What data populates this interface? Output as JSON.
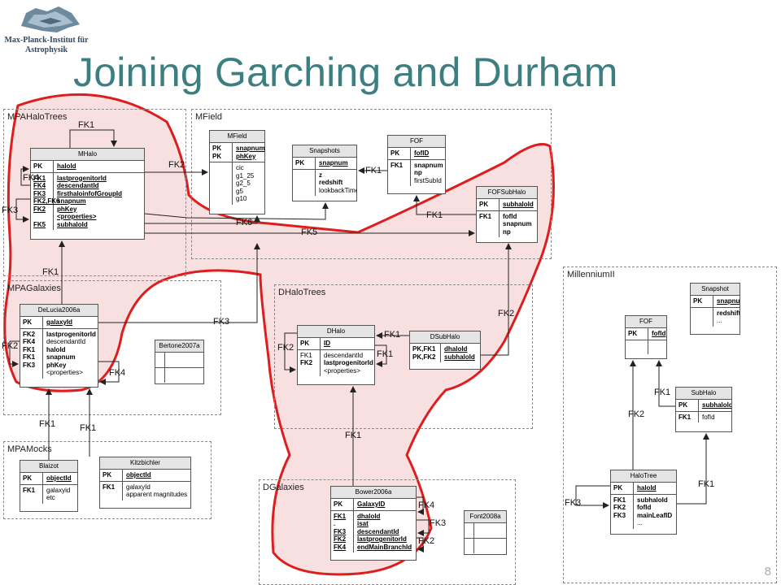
{
  "slide": {
    "title": "Joining Garching and Durham",
    "institute": "Max-Planck-Institut für Astrophysik",
    "page_number": "8"
  },
  "groups": {
    "mpa_halo_trees": "MPAHaloTrees",
    "mfield": "MField",
    "mpa_galaxies": "MPAGalaxies",
    "dhalo_trees": "DHaloTrees",
    "mpa_mocks": "MPAMocks",
    "dgalaxies": "DGalaxies",
    "millennium2": "MillenniumII"
  },
  "tables": {
    "mhalo": {
      "name": "MHalo",
      "pk_keys": "PK",
      "pk_fields": "haloId",
      "fk_keys": [
        "FK1",
        "FK4",
        "FK3",
        "FK2,FK6",
        "FK2",
        "",
        "FK5"
      ],
      "fk_fields": [
        "lastprogenitorId",
        "descendantId",
        "firsthaloinfofGroupId",
        "snapnum",
        "phKey",
        "<properties>",
        "subhaloId"
      ]
    },
    "mfield": {
      "name": "MField",
      "pk_keys": [
        "PK",
        "PK"
      ],
      "pk_fields": [
        "snapnum",
        "phKey"
      ],
      "fields": [
        "cic",
        "g1_25",
        "g2_5",
        "g5",
        "g10"
      ]
    },
    "snapshots": {
      "name": "Snapshots",
      "pk_keys": "PK",
      "pk_fields": "snapnum",
      "fields": [
        "z",
        "redshift",
        "lookbackTime"
      ]
    },
    "fof": {
      "name": "FOF",
      "pk_keys": "PK",
      "pk_fields": "fofID",
      "fk_keys": [
        "FK1"
      ],
      "fk_fields": [
        "snapnum",
        "np",
        "firstSubId"
      ]
    },
    "fofsubhalo": {
      "name": "FOFSubHalo",
      "pk_keys": "PK",
      "pk_fields": "subhaloId",
      "fk_keys": [
        "FK1"
      ],
      "fk_fields": [
        "fofId",
        "snapnum",
        "np"
      ]
    },
    "delucia": {
      "name": "DeLucia2006a",
      "pk_keys": "PK",
      "pk_fields": "galaxyId",
      "fk_keys": [
        "FK2",
        "FK4",
        "FK1",
        "FK1",
        "FK3",
        ""
      ],
      "fk_fields": [
        "lastprogenitorId",
        "descendantId",
        "haloId",
        "snapnum",
        "phKey",
        "<properties>"
      ]
    },
    "bertone": {
      "name": "Bertone2007a"
    },
    "dhalo": {
      "name": "DHalo",
      "pk_keys": "PK",
      "pk_fields": "ID",
      "fk_keys": [
        "FK1",
        "FK2"
      ],
      "fk_fields": [
        "descendantId",
        "lastprogenitorId",
        "<properties>"
      ]
    },
    "dsubhalo": {
      "name": "DSubHalo",
      "pk_keys": [
        "PK,FK1",
        "PK,FK2"
      ],
      "pk_fields": [
        "dhaloId",
        "subhaloId"
      ]
    },
    "blaizot": {
      "name": "Blaizot",
      "pk_keys": "PK",
      "pk_fields": "objectId",
      "fk_keys": [
        "FK1"
      ],
      "fk_fields": [
        "galaxyid",
        "etc"
      ]
    },
    "kitzbichler": {
      "name": "Kitzbichler",
      "pk_keys": "PK",
      "pk_fields": "objectId",
      "fk_keys": [
        "FK1"
      ],
      "fk_fields": [
        "galaxyId",
        "apparent magnitudes"
      ]
    },
    "bower": {
      "name": "Bower2006a",
      "pk_keys": "PK",
      "pk_fields": "GalaxyID",
      "fk_keys": [
        "FK1",
        ".",
        "FK3",
        "FK2",
        "FK4"
      ],
      "fk_fields": [
        "dhaloId",
        "isat",
        "descendantId",
        "lastprogenitorId",
        "endMainBranchId"
      ]
    },
    "font": {
      "name": "Font2008a"
    },
    "snapshot2": {
      "name": "Snapshot",
      "pk_keys": "PK",
      "pk_fields": "snapnum",
      "fields": [
        "redshift",
        "..."
      ]
    },
    "fof2": {
      "name": "FOF",
      "pk_keys": "PK",
      "pk_fields": "fofId"
    },
    "subhalo2": {
      "name": "SubHalo",
      "pk_keys": "PK",
      "pk_fields": "subhaloId",
      "fk_keys": [
        "FK1"
      ],
      "fk_fields": [
        "fofId"
      ]
    },
    "halotree": {
      "name": "HaloTree",
      "pk_keys": "PK",
      "pk_fields": "haloId",
      "fk_keys": [
        "FK1",
        "FK2",
        "FK3"
      ],
      "fk_fields": [
        "subhaloId",
        "fofId",
        "mainLeafID",
        "..."
      ]
    }
  },
  "fk_labels": {
    "mhalo_self_top": "FK1",
    "mhalo_to_mfield": "FK2",
    "mhalo_fk4": "FK4",
    "mhalo_fk3": "FK3",
    "mhalo_fk6": "FK6",
    "mhalo_fk5": "FK5",
    "fof_snap": "FK1",
    "fofsub_fof": "FK1",
    "delucia_mhalo": "FK1",
    "delucia_fk2": "FK2",
    "delucia_fk3": "FK3",
    "delucia_fk4": "FK4",
    "dhalo_fk1": "FK1",
    "dhalo_fk1b": "FK1",
    "dhalo_fk2": "FK2",
    "dsub_fofsub": "FK2",
    "bower_dhalo": "FK1",
    "bower_fk4": "FK4",
    "bower_fk3": "FK3",
    "bower_fk2": "FK2",
    "blaizot_delucia": "FK1",
    "kitz_delucia": "FK1",
    "halotree_fof": "FK2",
    "subhalo_fof": "FK1",
    "halotree_subhalo": "FK1",
    "halotree_self": "FK3"
  },
  "colors": {
    "title": "#3d7f80",
    "highlight_stroke": "#dd1e1e",
    "highlight_fill": "#f7d6d6"
  }
}
